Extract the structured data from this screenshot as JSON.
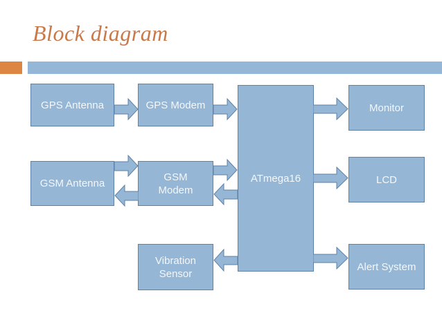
{
  "slide": {
    "title": "Block diagram"
  },
  "theme": {
    "title_color": "#c8794a",
    "accent_orange": "#dd8643",
    "accent_bar_blue": "#95b7d7",
    "node_fill": "#95b6d4",
    "node_border": "#5d82a8",
    "node_text": "#f4f7fa"
  },
  "diagram": {
    "nodes": [
      {
        "id": "gps-antenna",
        "label": "GPS Antenna"
      },
      {
        "id": "gps-modem",
        "label": "GPS Modem"
      },
      {
        "id": "gsm-antenna",
        "label": "GSM Antenna"
      },
      {
        "id": "gsm-modem",
        "label": "GSM Modem"
      },
      {
        "id": "vibration-sensor",
        "label": "Vibration Sensor"
      },
      {
        "id": "atmega16",
        "label": "ATmega16"
      },
      {
        "id": "monitor",
        "label": "Monitor"
      },
      {
        "id": "lcd",
        "label": "LCD"
      },
      {
        "id": "alert-system",
        "label": "Alert System"
      }
    ],
    "connections": [
      {
        "from": "gps-antenna",
        "to": "gps-modem",
        "direction": "right"
      },
      {
        "from": "gps-modem",
        "to": "atmega16",
        "direction": "right"
      },
      {
        "from": "gsm-antenna",
        "to": "gsm-modem",
        "direction": "right"
      },
      {
        "from": "gsm-modem",
        "to": "gsm-antenna",
        "direction": "left"
      },
      {
        "from": "gsm-modem",
        "to": "atmega16",
        "direction": "right"
      },
      {
        "from": "atmega16",
        "to": "gsm-modem",
        "direction": "left"
      },
      {
        "from": "atmega16",
        "to": "vibration-sensor",
        "direction": "left"
      },
      {
        "from": "atmega16",
        "to": "monitor",
        "direction": "right"
      },
      {
        "from": "atmega16",
        "to": "lcd",
        "direction": "right"
      },
      {
        "from": "atmega16",
        "to": "alert-system",
        "direction": "right"
      }
    ]
  }
}
